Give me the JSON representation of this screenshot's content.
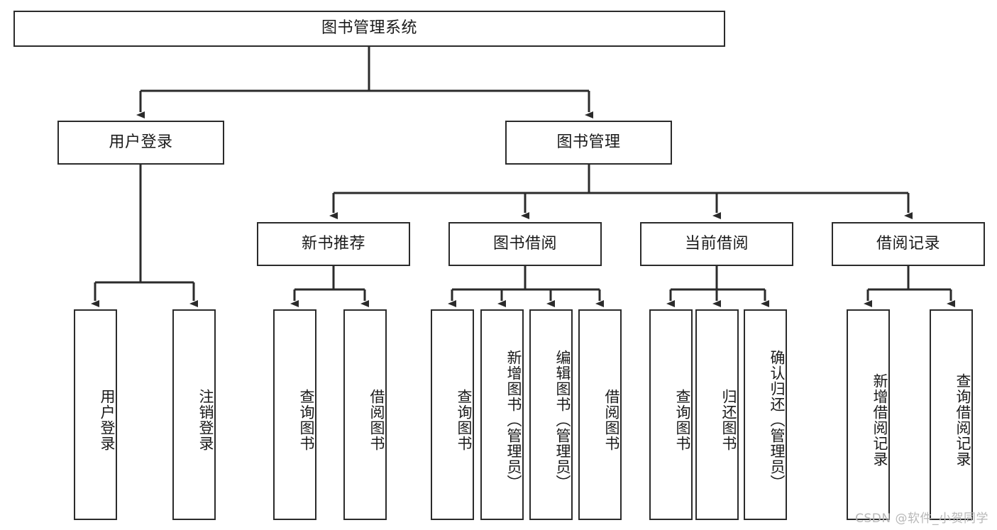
{
  "diagram": {
    "type": "tree-hierarchy",
    "title": "图书管理系统",
    "orientation": "top-down",
    "colors": {
      "box_border": "#2b2b2b",
      "box_fill": "#ffffff",
      "connector": "#2b2b2b",
      "text": "#1a1a1a",
      "watermark": "#b8b8b8",
      "background": "#ffffff"
    }
  },
  "root": {
    "label": "图书管理系统"
  },
  "level2": [
    {
      "label": "用户登录"
    },
    {
      "label": "图书管理"
    }
  ],
  "level3": [
    {
      "label": "新书推荐"
    },
    {
      "label": "图书借阅"
    },
    {
      "label": "当前借阅"
    },
    {
      "label": "借阅记录"
    }
  ],
  "leaves": {
    "user_login": [
      {
        "label": "用户登录"
      },
      {
        "label": "注销登录"
      }
    ],
    "new_book_recommend": [
      {
        "label": "查询图书"
      },
      {
        "label": "借阅图书"
      }
    ],
    "book_borrow": [
      {
        "label": "查询图书"
      },
      {
        "label": "新增图书（管理员）"
      },
      {
        "label": "编辑图书（管理员）"
      },
      {
        "label": "借阅图书"
      }
    ],
    "current_borrow": [
      {
        "label": "查询图书"
      },
      {
        "label": "归还图书"
      },
      {
        "label": "确认归还（管理员）"
      }
    ],
    "borrow_record": [
      {
        "label": "新增借阅记录"
      },
      {
        "label": "查询借阅记录"
      }
    ]
  },
  "watermark": {
    "text": "CSDN @软件_小贺同学"
  }
}
